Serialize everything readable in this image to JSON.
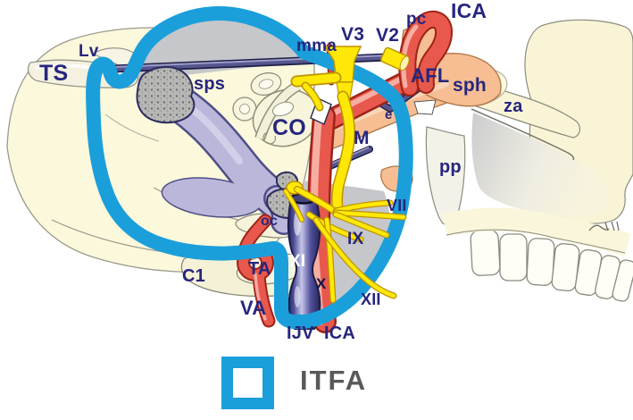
{
  "figure": {
    "legend": {
      "label": "ITFA"
    },
    "labels": {
      "lv": "Lv",
      "ts": "TS",
      "sps": "sps",
      "mma": "mma",
      "v3": "V3",
      "v2": "V2",
      "pc": "pc",
      "ica_top": "ICA",
      "afl": "AFL",
      "sph": "sph",
      "za": "za",
      "co": "CO",
      "m": "M",
      "pp": "pp",
      "e": "e",
      "vii": "VII",
      "oc": "oc",
      "ix": "IX",
      "xi": "XI",
      "x": "X",
      "xii": "XII",
      "c1": "C1",
      "ta": "TA",
      "va": "VA",
      "ijv": "IJV",
      "ica_bottom": "ICA"
    },
    "colors": {
      "outline_blue": "#1B9FDA",
      "label_navy": "#26267E",
      "artery_red": "#E8584C",
      "nerve_yellow": "#FFE808",
      "vein_purple": "#56569E",
      "sinus_lavender": "#BBB7DB",
      "bone_cream": "#FBF8DC",
      "dura_gray": "#C6C7CA",
      "legend_text_gray": "#58595B"
    }
  }
}
